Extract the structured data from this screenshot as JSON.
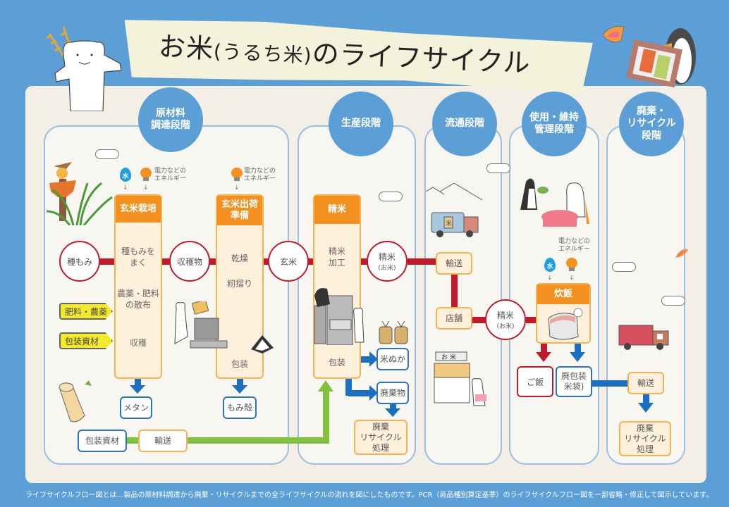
{
  "title": {
    "main": "お米",
    "paren": "(うるち米)",
    "suffix": "のライフサイクル"
  },
  "stages": [
    {
      "id": "raw",
      "label": "原材料\n調達段階"
    },
    {
      "id": "production",
      "label": "生産段階"
    },
    {
      "id": "distribution",
      "label": "流通段階"
    },
    {
      "id": "use",
      "label": "使用・維持\n管理段階"
    },
    {
      "id": "disposal",
      "label": "廃棄・\nリサイクル\n段階"
    }
  ],
  "inputs": {
    "water": "水",
    "energy_label": "電力などの\nエネルギー"
  },
  "processes": {
    "cultivation": {
      "header": "玄米栽培",
      "items": [
        "種もみを\nまく",
        "農薬・肥料\nの散布",
        "収穫"
      ]
    },
    "shipping_prep": {
      "header": "玄米出荷\n準備",
      "items": [
        "乾燥",
        "籾摺り",
        "包装"
      ]
    },
    "polishing": {
      "header": "精米",
      "items": [
        "精米\n加工",
        "包装"
      ]
    },
    "cooking": {
      "header": "炊飯"
    }
  },
  "nodes": {
    "seed": "種もみ",
    "harvest": "収穫物",
    "brown_rice": "玄米",
    "polished_rice_1": {
      "main": "精米",
      "sub": "(お米)"
    },
    "polished_rice_2": {
      "main": "精米",
      "sub": "(お米)"
    }
  },
  "tags": {
    "fertilizer": "肥料・農薬",
    "packaging": "包装資材"
  },
  "outputs": {
    "methane": "メタン",
    "husk": "もみ殻",
    "rice_bran": "米ぬか",
    "waste": "廃棄物",
    "waste_recycle_1": "廃棄\nリサイクル\n処理",
    "cooked_rice": "ご飯",
    "waste_packaging": "廃包装\n米袋)",
    "waste_recycle_2": "廃棄\nリサイクル\n処理"
  },
  "logistics": {
    "packaging_material": "包装資材",
    "transport_1": "輸送",
    "transport_2": "輸送",
    "store": "店舗",
    "transport_3": "輸送"
  },
  "illustrations": {
    "shop_sign": "お 米",
    "truck_sign": "米"
  },
  "footer": "ライフサイクルフロー図とは…製品の原材料調達から廃棄・リサイクルまでの全ライフサイクルの流れを図にしたものです。PCR（商品種別算定基準）のライフサイクルフロー図を一部省略・修正して図示しています。",
  "colors": {
    "background": "#5b9fd6",
    "stage": "#5b9fd6",
    "process_header": "#f49020",
    "product_flow": "#c11a2a",
    "waste_flow": "#1b6fc0",
    "material_flow": "#82c040",
    "input_tag": "#f4ea2c"
  }
}
